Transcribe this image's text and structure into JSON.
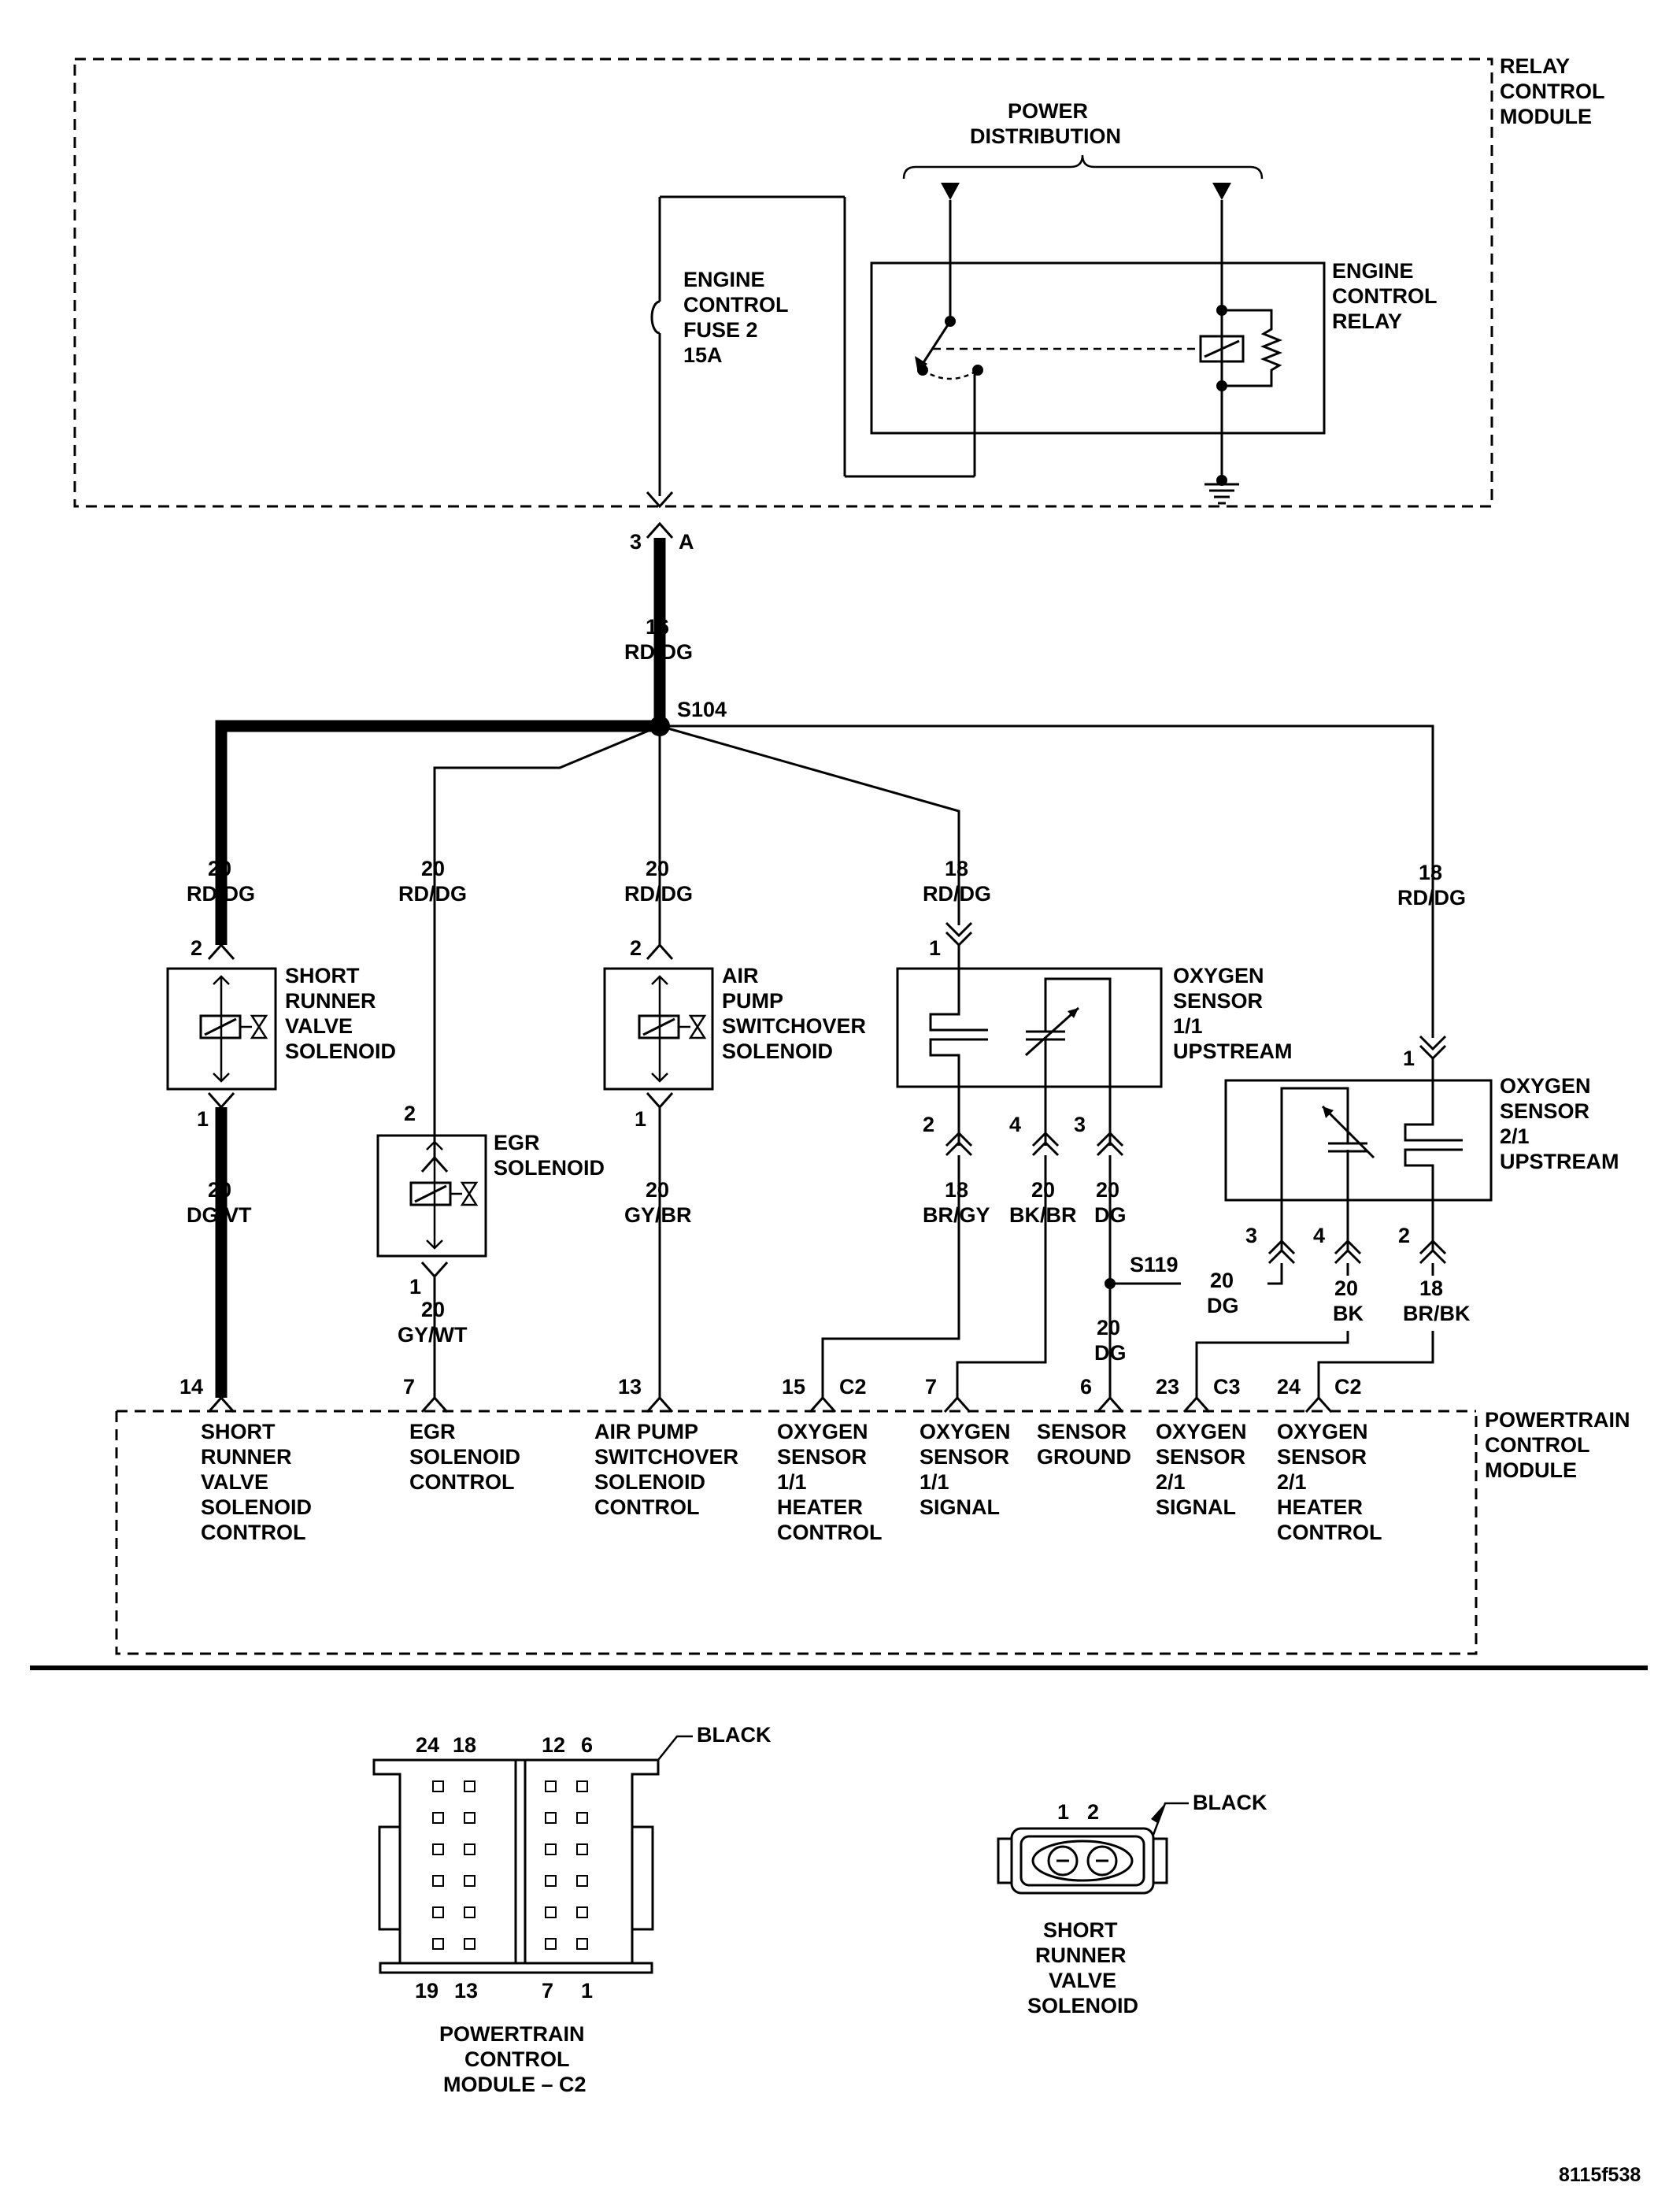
{
  "relay_module": {
    "name": [
      "RELAY",
      "CONTROL",
      "MODULE"
    ],
    "power_distribution": [
      "POWER",
      "DISTRIBUTION"
    ],
    "fuse": [
      "ENGINE",
      "CONTROL",
      "FUSE 2",
      "15A"
    ],
    "relay": [
      "ENGINE",
      "CONTROL",
      "RELAY"
    ]
  },
  "main_feed": {
    "pin_left": "3",
    "pin_right": "A",
    "gauge": "16",
    "color": "RD/DG",
    "splice": "S104"
  },
  "branches": {
    "short_runner": {
      "gauge": "20",
      "color": "RD/DG",
      "pin_top": "2",
      "pin_bottom": "1",
      "label": [
        "SHORT",
        "RUNNER",
        "VALVE",
        "SOLENOID"
      ],
      "out_gauge": "20",
      "out_color": "DG/VT"
    },
    "egr": {
      "gauge": "20",
      "color": "RD/DG",
      "pin_top": "2",
      "pin_bottom": "1",
      "label": [
        "EGR",
        "SOLENOID"
      ],
      "out_gauge": "20",
      "out_color": "GY/WT"
    },
    "air_pump": {
      "gauge": "20",
      "color": "RD/DG",
      "pin_top": "2",
      "pin_bottom": "1",
      "label": [
        "AIR",
        "PUMP",
        "SWITCHOVER",
        "SOLENOID"
      ],
      "out_gauge": "20",
      "out_color": "GY/BR"
    },
    "o2_11": {
      "gauge": "18",
      "color": "RD/DG",
      "pin_top": "1",
      "label": [
        "OXYGEN",
        "SENSOR",
        "1/1",
        "UPSTREAM"
      ],
      "pins": [
        "2",
        "4",
        "3"
      ],
      "gauges": [
        "18",
        "20",
        "20"
      ],
      "colors": [
        "BR/GY",
        "BK/BR",
        "DG"
      ]
    },
    "o2_21": {
      "gauge": "18",
      "color": "RD/DG",
      "pin_top": "1",
      "label": [
        "OXYGEN",
        "SENSOR",
        "2/1",
        "UPSTREAM"
      ],
      "pins": [
        "3",
        "4",
        "2"
      ],
      "gauges": [
        "20",
        "20",
        "18"
      ],
      "colors": [
        "DG",
        "BK",
        "BR/BK"
      ]
    }
  },
  "splice_s119": {
    "name": "S119",
    "gauge": "20",
    "color": "DG"
  },
  "pcm": {
    "name": [
      "POWERTRAIN",
      "CONTROL",
      "MODULE"
    ],
    "pins": [
      {
        "pin": "14",
        "conn": "",
        "label": [
          "SHORT",
          "RUNNER",
          "VALVE",
          "SOLENOID",
          "CONTROL"
        ]
      },
      {
        "pin": "7",
        "conn": "",
        "label": [
          "EGR",
          "SOLENOID",
          "CONTROL"
        ]
      },
      {
        "pin": "13",
        "conn": "",
        "label": [
          "AIR PUMP",
          "SWITCHOVER",
          "SOLENOID",
          "CONTROL"
        ]
      },
      {
        "pin": "15",
        "conn": "C2",
        "label": [
          "OXYGEN",
          "SENSOR",
          "1/1",
          "HEATER",
          "CONTROL"
        ]
      },
      {
        "pin": "7",
        "conn": "",
        "label": [
          "OXYGEN",
          "SENSOR",
          "1/1",
          "SIGNAL"
        ]
      },
      {
        "pin": "6",
        "conn": "",
        "label": [
          "SENSOR",
          "GROUND"
        ]
      },
      {
        "pin": "23",
        "conn": "C3",
        "label": [
          "OXYGEN",
          "SENSOR",
          "2/1",
          "SIGNAL"
        ]
      },
      {
        "pin": "24",
        "conn": "C2",
        "label": [
          "OXYGEN",
          "SENSOR",
          "2/1",
          "HEATER",
          "CONTROL"
        ]
      }
    ]
  },
  "connector_pcm": {
    "top_pins": [
      "24",
      "18",
      "12",
      "6"
    ],
    "bottom_pins": [
      "19",
      "13",
      "7",
      "1"
    ],
    "color": "BLACK",
    "name": [
      "POWERTRAIN",
      "CONTROL",
      "MODULE – C2"
    ]
  },
  "connector_srv": {
    "pins": [
      "1",
      "2"
    ],
    "color": "BLACK",
    "name": [
      "SHORT",
      "RUNNER",
      "VALVE",
      "SOLENOID"
    ]
  },
  "figure_id": "8115f538"
}
